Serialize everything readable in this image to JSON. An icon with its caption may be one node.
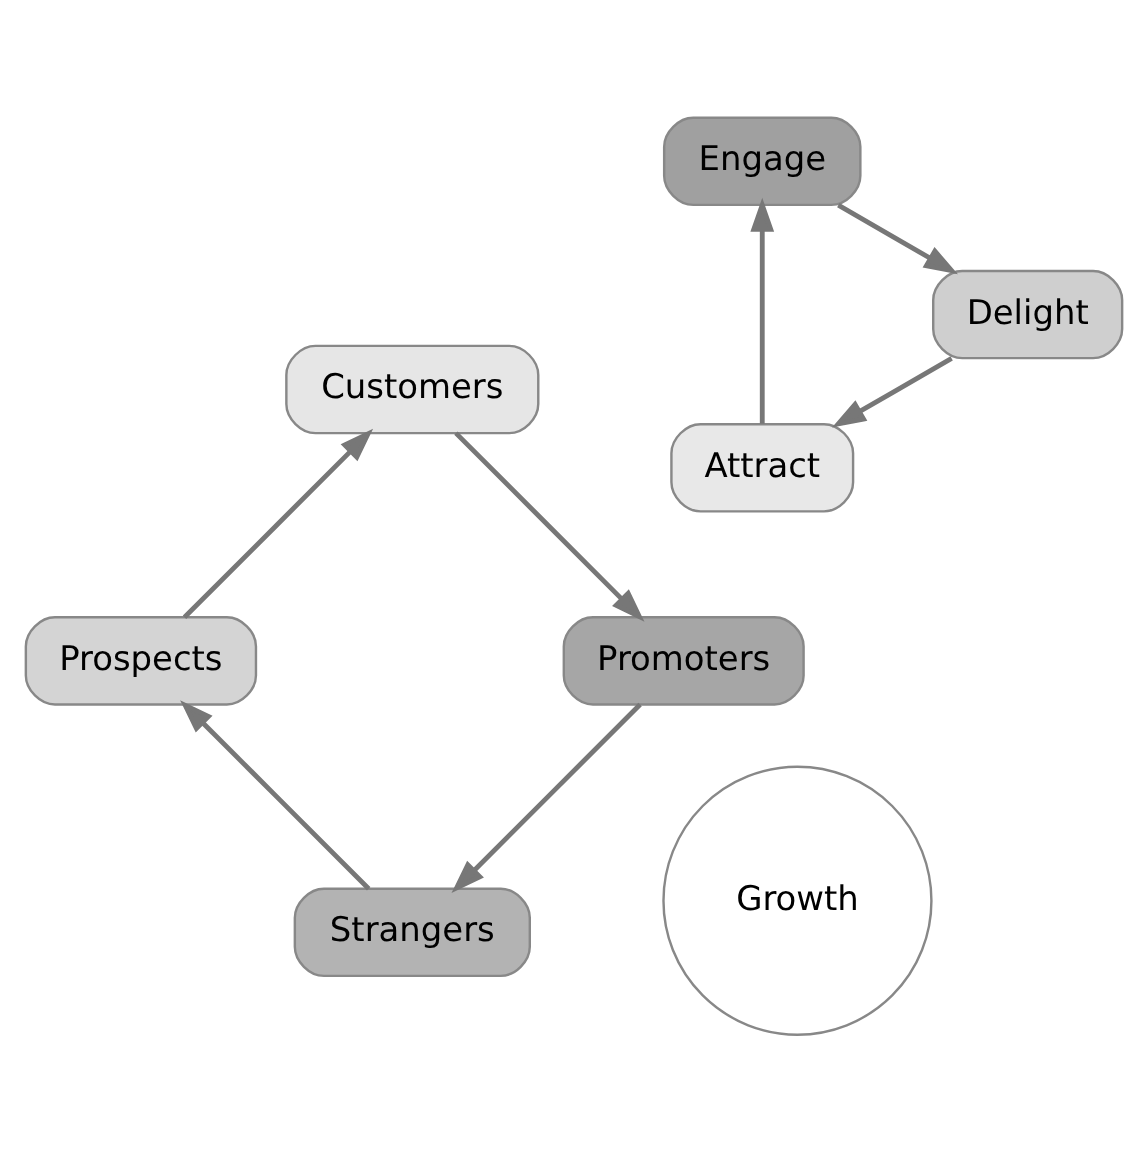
{
  "diagram": {
    "nodes": [
      {
        "text": [
          "Strangers"
        ]
      },
      {
        "text": [
          "Attract"
        ]
      },
      {
        "text": [
          "Promoters"
        ]
      },
      {
        "text": [
          "Growth"
        ]
      },
      {
        "text": [
          "Prospects"
        ]
      },
      {
        "text": [
          "Delight"
        ]
      },
      {
        "text": [
          "Engage"
        ]
      },
      {
        "text": [
          "Customers"
        ]
      }
    ],
    "edges": [
      {
        "from": 0,
        "to": 4,
        "arrow": "to"
      },
      {
        "from": 4,
        "to": 7,
        "arrow": "to"
      },
      {
        "from": 7,
        "to": 2,
        "arrow": "to"
      },
      {
        "from": 2,
        "to": 0,
        "arrow": "to"
      },
      {
        "from": 1,
        "to": 6,
        "arrow": "to"
      },
      {
        "from": 6,
        "to": 5,
        "arrow": "to"
      },
      {
        "from": 5,
        "to": 1,
        "arrow": "to"
      }
    ]
  }
}
